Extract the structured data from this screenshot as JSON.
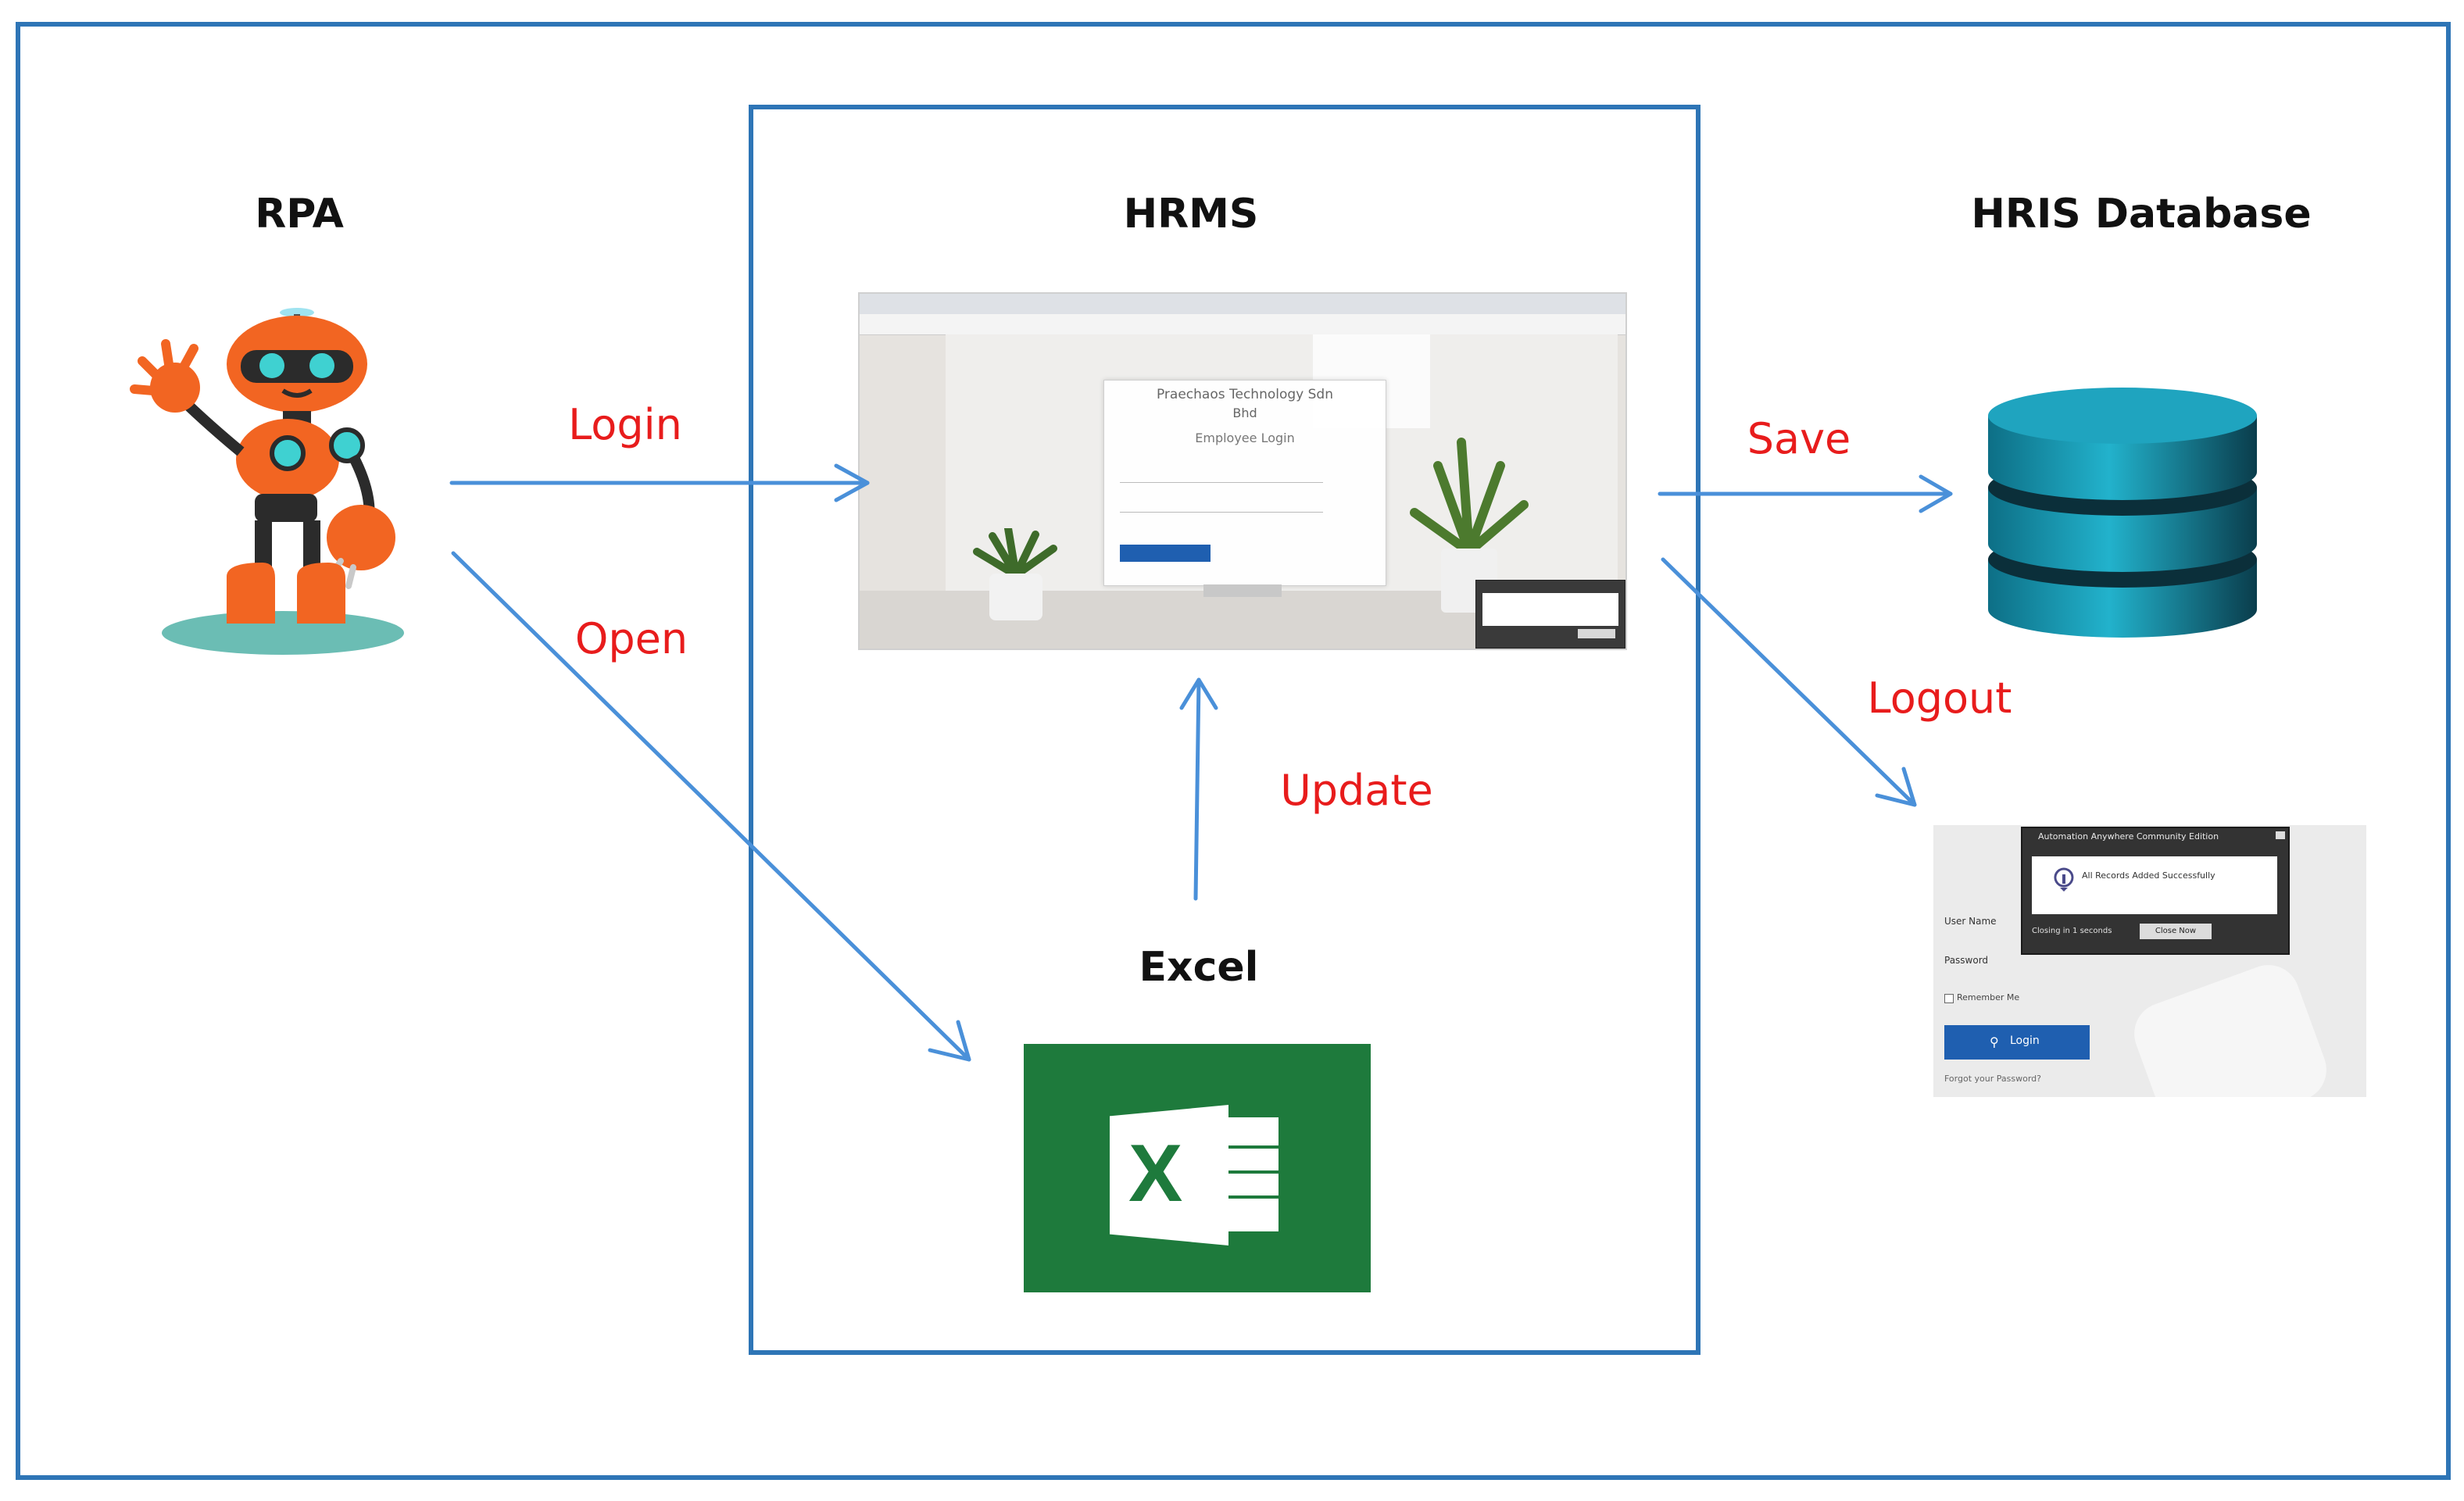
{
  "colors": {
    "frame": "#2e75b6",
    "arrow": "#4a90d9",
    "edge_label": "#e81c1c",
    "robot_orange": "#f26522",
    "excel_green": "#1e7a3c",
    "db_teal": "#1b9ab5",
    "login_button": "#1f5fb0"
  },
  "nodes": {
    "rpa": {
      "title": "RPA",
      "icon": "robot-icon"
    },
    "hrms": {
      "title": "HRMS",
      "icon": "browser-screenshot",
      "company_line1": "Praechaos Technology Sdn",
      "company_line2": "Bhd",
      "login_heading": "Employee Login"
    },
    "hris": {
      "title": "HRIS Database",
      "icon": "database-icon"
    },
    "excel": {
      "title": "Excel",
      "icon": "excel-icon",
      "letter": "X"
    },
    "logout_screen": {
      "dialog_title": "Automation Anywhere Community Edition",
      "message": "All Records Added Successfully",
      "button_left": "Closing in 1 seconds",
      "button_right": "Close Now",
      "user_label": "User Name",
      "password_label": "Password",
      "remember_label": "Remember Me",
      "login_button": "Login",
      "forgot_link": "Forgot your Password?"
    }
  },
  "edges": [
    {
      "id": "login",
      "from": "rpa",
      "to": "hrms",
      "label": "Login"
    },
    {
      "id": "open",
      "from": "rpa",
      "to": "excel",
      "label": "Open"
    },
    {
      "id": "update",
      "from": "excel",
      "to": "hrms",
      "label": "Update"
    },
    {
      "id": "save",
      "from": "hrms",
      "to": "hris",
      "label": "Save"
    },
    {
      "id": "logout",
      "from": "hrms",
      "to": "logout_screen",
      "label": "Logout"
    }
  ]
}
